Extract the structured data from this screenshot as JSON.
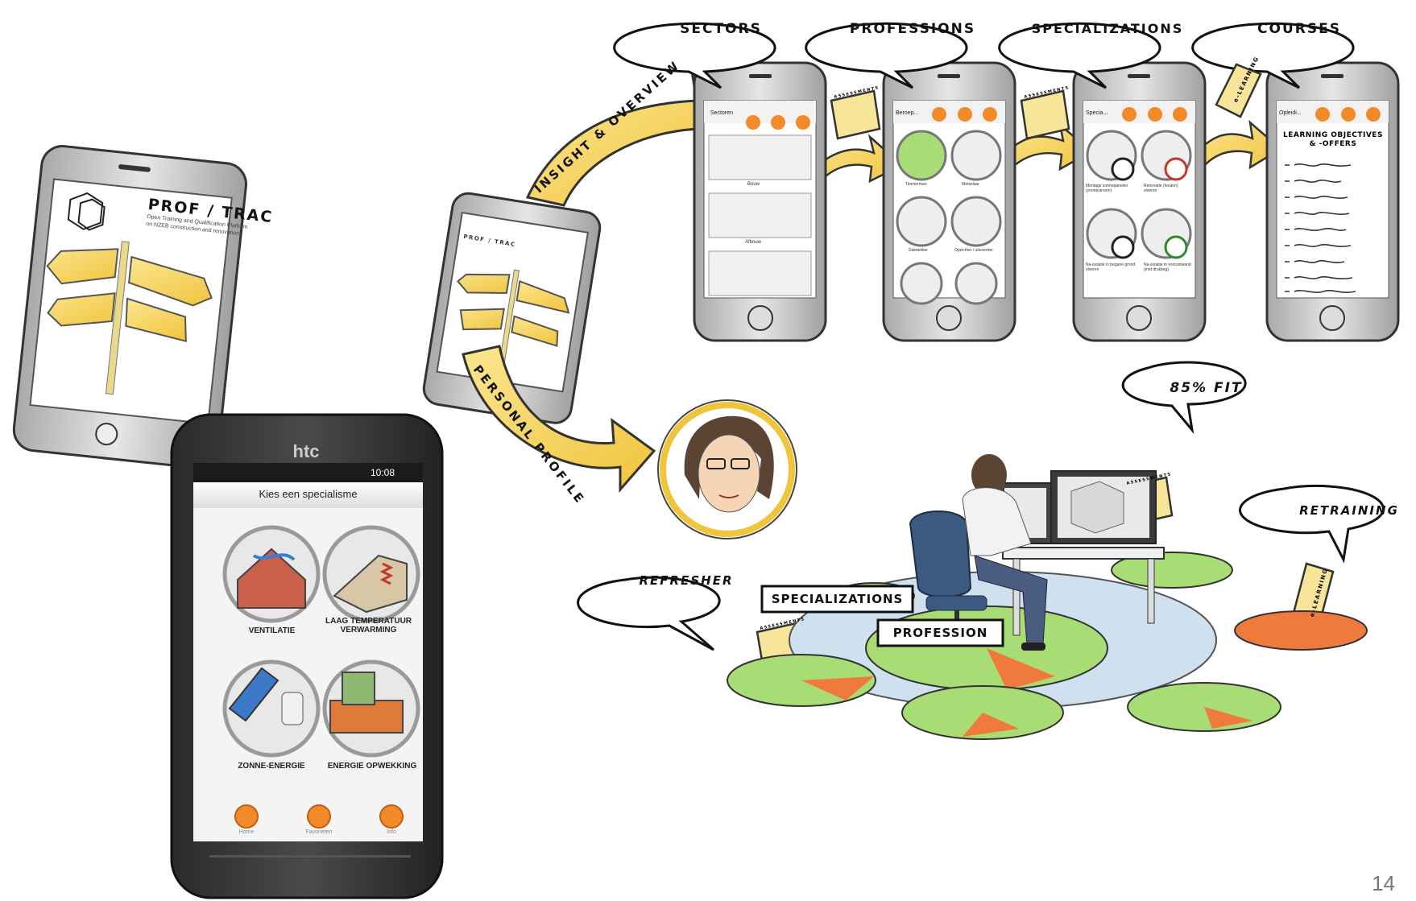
{
  "brand": {
    "logo_title": "PROF / TRAC",
    "logo_sub_1": "Open Training and Qualification Platform",
    "logo_sub_2": "on NZEB construction and renovation",
    "small_logo": "PROF / TRAC"
  },
  "flow": {
    "bubbles": [
      "SECTORS",
      "PROFESSIONS",
      "SPECIALIZATIONS",
      "COURSES"
    ],
    "arrow_insight": "INSIGHT & OVERVIEW",
    "arrow_personal": "PERSONAL PROFILE"
  },
  "screens": {
    "sectors": {
      "header": "Sectoren",
      "items": [
        "Bouw",
        "Afbouw"
      ]
    },
    "professions": {
      "header": "Beroep...",
      "items": [
        "Timmerman",
        "Metselaar",
        "Dakdekker",
        "Opzichter / uitvoerder"
      ]
    },
    "specializations": {
      "header": "Specia...",
      "items": [
        "Montage zonnepanelen (zonnestroom)",
        "Renovatie (houten) vloeren",
        "Na-isolatie in begane grond vloeren",
        "Na-isolatie in voorzetwand (met drukbeg)"
      ]
    },
    "courses": {
      "header": "Opleidi...",
      "title_1": "LEARNING OBJECTIVES",
      "title_2": "& -OFFERS"
    }
  },
  "cards": {
    "assessments": "ASSESSMENTS",
    "elearning": "e-LEARNING"
  },
  "htc": {
    "brand": "htc",
    "time": "10:08",
    "title": "Kies een specialisme",
    "tiles": [
      "VENTILATIE",
      "LAAG TEMPERATUUR VERWARMING",
      "ZONNE-ENERGIE",
      "ENERGIE OPWEKKING"
    ],
    "nav": [
      "Home",
      "Favorieten",
      "Info"
    ]
  },
  "scene": {
    "fit": "85% FIT",
    "retraining": "RETRAINING",
    "refresher": "REFRESHER",
    "specializations_label": "SPECIALIZATIONS",
    "profession_label": "PROFESSION"
  },
  "page_number": "14",
  "colors": {
    "yellow": "#f3cf4e",
    "green": "#a8dc74",
    "orange": "#f07a3c",
    "phone_gray": "#c9c9c9"
  }
}
